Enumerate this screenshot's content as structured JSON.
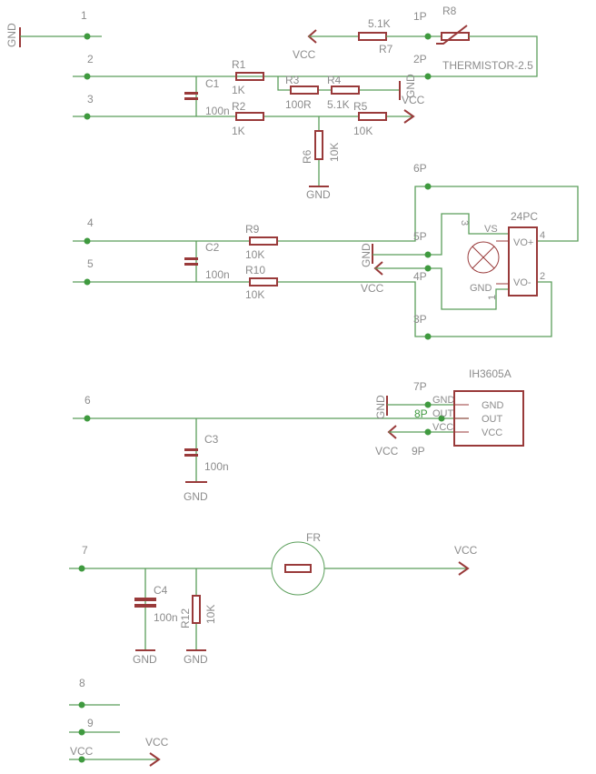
{
  "colors": {
    "wire": "#5a9e5a",
    "component": "#993a3a",
    "text": "#8c8c8c",
    "junction": "#3f9a3f"
  },
  "connector_pins": [
    "1",
    "2",
    "3",
    "4",
    "5",
    "6",
    "7",
    "8",
    "9"
  ],
  "net_labels": {
    "gnd": "GND",
    "vcc": "VCC"
  },
  "pads": [
    "1P",
    "2P",
    "3P",
    "4P",
    "5P",
    "6P",
    "7P",
    "8P",
    "9P"
  ],
  "resistors": [
    {
      "ref": "R1",
      "value": "1K"
    },
    {
      "ref": "R2",
      "value": "1K"
    },
    {
      "ref": "R3",
      "value": "100R"
    },
    {
      "ref": "R4",
      "value": "5.1K"
    },
    {
      "ref": "R5",
      "value": "10K"
    },
    {
      "ref": "R6",
      "value": "10K"
    },
    {
      "ref": "R7",
      "value": "5.1K"
    },
    {
      "ref": "R8",
      "value": "THERMISTOR-2.5"
    },
    {
      "ref": "R9",
      "value": "10K"
    },
    {
      "ref": "R10",
      "value": "10K"
    },
    {
      "ref": "R12",
      "value": "10K"
    }
  ],
  "capacitors": [
    {
      "ref": "C1",
      "value": "100n"
    },
    {
      "ref": "C2",
      "value": "100n"
    },
    {
      "ref": "C3",
      "value": "100n"
    },
    {
      "ref": "C4",
      "value": "100n"
    }
  ],
  "pressure_sensor": {
    "name": "24PC",
    "pins": {
      "vs": "VS",
      "gnd": "GND",
      "vo_plus": "VO+",
      "vo_minus": "VO-",
      "n1": "1",
      "n2": "2",
      "n3": "3",
      "n4": "4"
    }
  },
  "humidity_sensor": {
    "name": "IH3605A",
    "pins": [
      "GND",
      "OUT",
      "VCC"
    ]
  },
  "photoresistor": {
    "ref": "FR"
  }
}
